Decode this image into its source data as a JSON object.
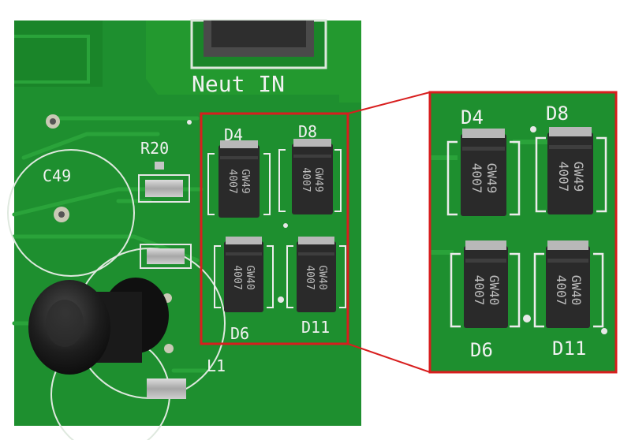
{
  "board": {
    "header_label": "Neut IN",
    "labels": {
      "r20": "R20",
      "c49": "C49",
      "l1": "L1",
      "d4": "D4",
      "d8": "D8",
      "d6": "D6",
      "d11": "D11"
    },
    "diode_markings": {
      "d4": [
        "GW49",
        "4007"
      ],
      "d8": [
        "GW49",
        "4007"
      ],
      "d6": [
        "GW40",
        "4007"
      ],
      "d11": [
        "GW40",
        "4007"
      ]
    }
  },
  "colors": {
    "pcb": "#1e8f2f",
    "pcb_dark": "#16722a",
    "trace": "#2aa33a",
    "silkscreen": "#f2f2f2",
    "highlight_box": "#d81e1e",
    "diode_body": "#2a2a2a"
  }
}
